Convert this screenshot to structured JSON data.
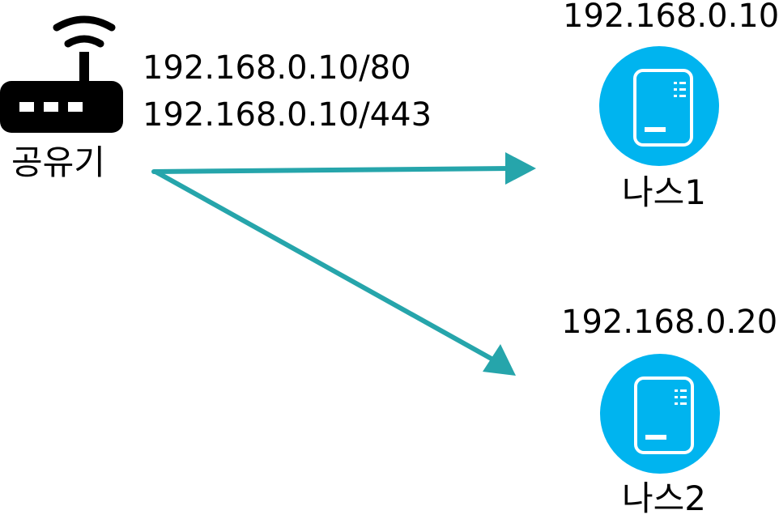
{
  "router": {
    "label": "공유기",
    "icon": "wifi-router-icon",
    "forwarded_ports": [
      "192.168.0.10/80",
      "192.168.0.10/443"
    ]
  },
  "nas_devices": [
    {
      "label": "나스1",
      "ip": "192.168.0.10",
      "icon": "nas-drive-icon"
    },
    {
      "label": "나스2",
      "ip": "192.168.0.20",
      "icon": "nas-drive-icon"
    }
  ],
  "colors": {
    "arrow": "#26a5ab",
    "nas_circle": "#00b4ef",
    "router": "#000000",
    "text": "#000000"
  }
}
